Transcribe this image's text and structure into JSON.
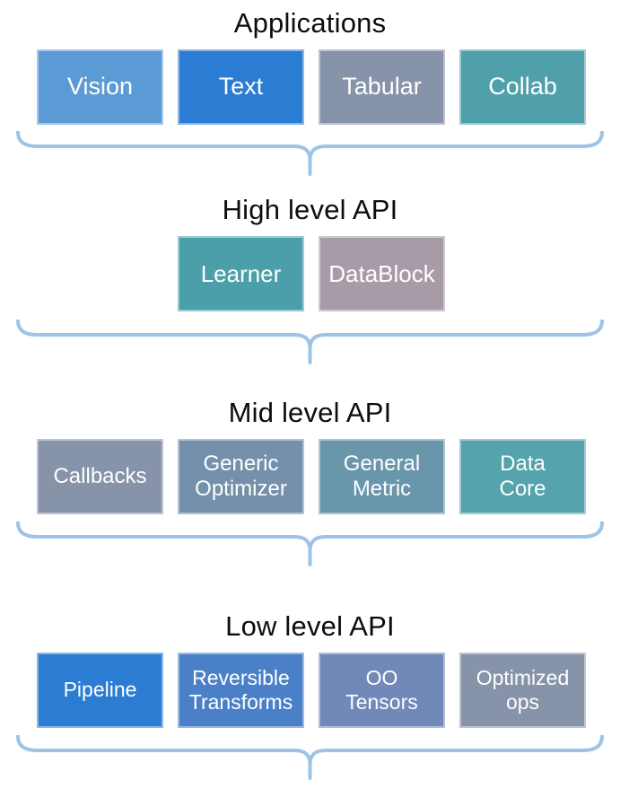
{
  "page": {
    "background": "#ffffff"
  },
  "colors": {
    "brace": "#9DC3E6",
    "title_text": "#0d0d0d",
    "box_text": "#ffffff"
  },
  "sections": [
    {
      "title": "Applications",
      "boxes": [
        {
          "label": "Vision",
          "color": "#5B9BD5"
        },
        {
          "label": "Text",
          "color": "#2B7CD3"
        },
        {
          "label": "Tabular",
          "color": "#8793A9"
        },
        {
          "label": "Collab",
          "color": "#4FA0AB"
        }
      ]
    },
    {
      "title": "High level API",
      "boxes": [
        {
          "label": "Learner",
          "color": "#4A9FAA"
        },
        {
          "label": "DataBlock",
          "color": "#A79BA8"
        }
      ]
    },
    {
      "title": "Mid level API",
      "boxes": [
        {
          "label": "Callbacks",
          "color": "#8793A9"
        },
        {
          "label": "Generic\nOptimizer",
          "color": "#7490AB"
        },
        {
          "label": "General\nMetric",
          "color": "#6996AB"
        },
        {
          "label": "Data\nCore",
          "color": "#55A3AC"
        }
      ]
    },
    {
      "title": "Low level API",
      "boxes": [
        {
          "label": "Pipeline",
          "color": "#2B7CD3"
        },
        {
          "label": "Reversible\nTransforms",
          "color": "#4A80C8"
        },
        {
          "label": "OO\nTensors",
          "color": "#7089B8"
        },
        {
          "label": "Optimized\nops",
          "color": "#8793A9"
        }
      ]
    }
  ]
}
